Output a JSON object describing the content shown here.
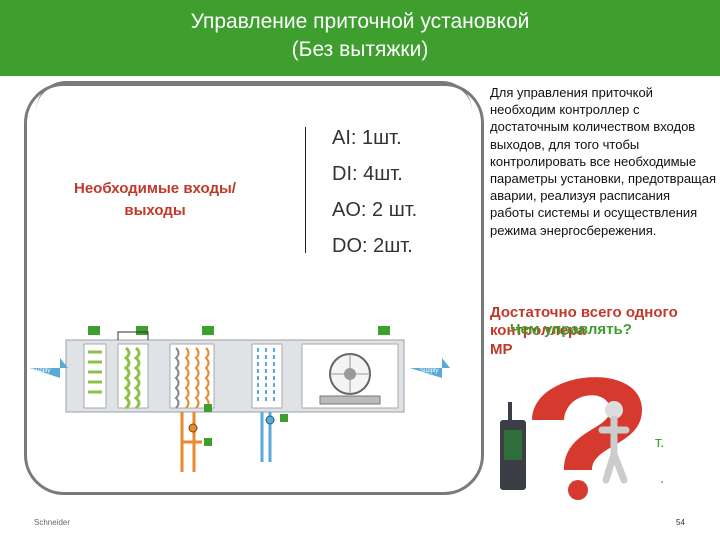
{
  "header": {
    "title_line1": "Управление приточной установкой",
    "title_line2": "(Без вытяжки)"
  },
  "left_panel": {
    "io_label": "Необходимые входы/выходы",
    "io_list": [
      {
        "label": "AI: 1шт."
      },
      {
        "label": "DI: 4шт."
      },
      {
        "label": "AO: 2 шт."
      },
      {
        "label": "DO: 2шт."
      }
    ],
    "diagram": {
      "supply_in": "Supply",
      "supply_out": "Supply"
    }
  },
  "right_panel": {
    "description": "Для управления приточкой необходим контроллер с достаточным количеством входов выходов, для того чтобы контролировать все необходимые параметры установки, предотвращая аварии, реализуя расписания работы системы и осуществления режима энергосбережения.",
    "note_line1": "Достаточно всего одного контроллера",
    "note_overlay": "Чем управлять?",
    "note_line3": "MP",
    "tail1": "т.",
    "tail2": "."
  },
  "footer": {
    "left": "Schneider",
    "page_number": "54"
  },
  "colors": {
    "header_bg": "#3e9e2e",
    "accent_red": "#c0392b",
    "accent_green": "#3e9e2e"
  }
}
